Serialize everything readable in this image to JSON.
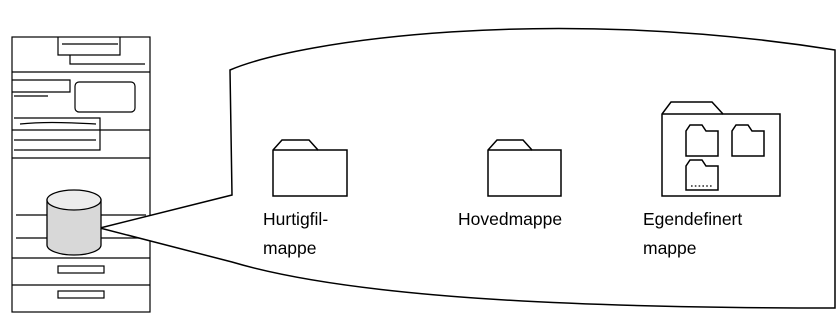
{
  "folders": {
    "quick": {
      "label_line1": "Hurtigfil-",
      "label_line2": "mappe"
    },
    "main": {
      "label": "Hovedmappe"
    },
    "custom": {
      "label_line1": "Egendefinert",
      "label_line2": "mappe"
    }
  }
}
